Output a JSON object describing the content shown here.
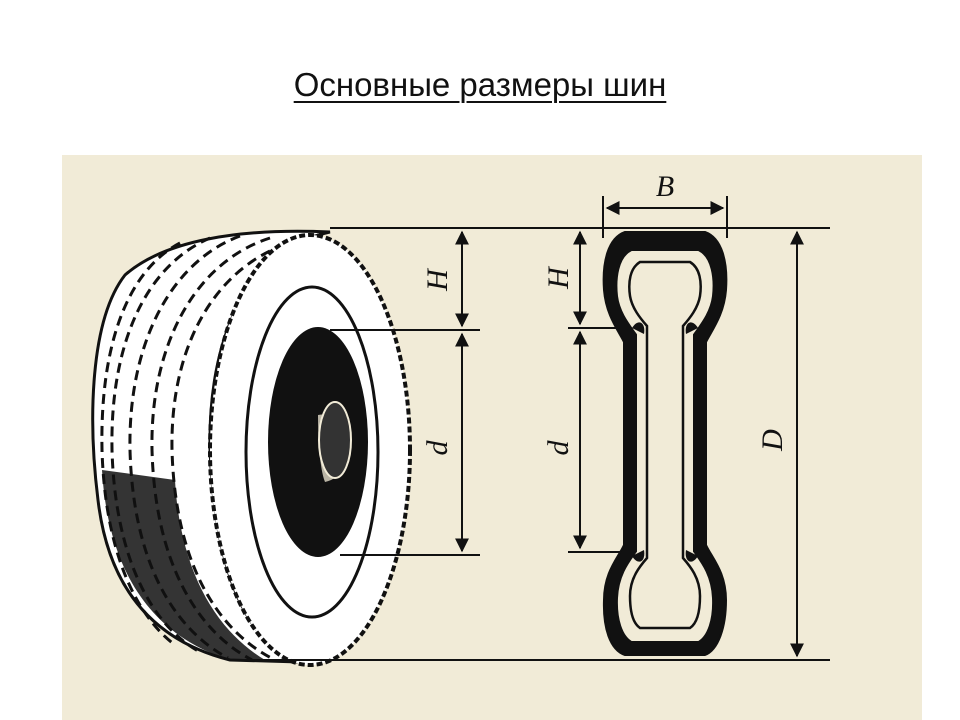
{
  "title": "Основные размеры шин",
  "labels": {
    "B": "B",
    "H_left": "H",
    "d_left": "d",
    "H_right": "H",
    "d_right": "d",
    "D": "D"
  },
  "colors": {
    "ink": "#111111",
    "paper": "#f1ebd7",
    "background": "#ffffff"
  }
}
